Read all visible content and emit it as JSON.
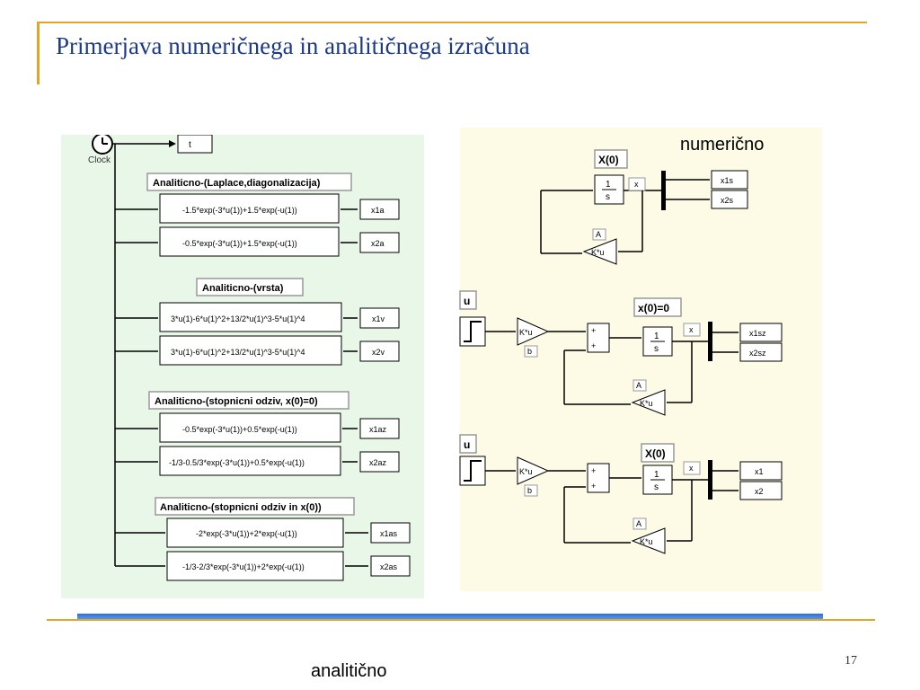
{
  "slide": {
    "title": "Primerjava numeričnega in analitičnega izračuna",
    "page_number": "17",
    "caption_numeric": "numerično",
    "caption_analytic": "analitično"
  },
  "colors": {
    "title": "#1b3a8c",
    "accent_rule": "#e0a52a",
    "left_panel_bg": "#e9f7e9",
    "right_panel_bg": "#fdfbe6",
    "blue_bar": "#2f6fd6"
  },
  "left_model": {
    "clock_label": "Clock",
    "time_out": "t",
    "groups": [
      {
        "title": "Analiticno-(Laplace,diagonalizacija)",
        "rows": [
          {
            "expr": "-1.5*exp(-3*u(1))+1.5*exp(-u(1))",
            "out": "x1a"
          },
          {
            "expr": "-0.5*exp(-3*u(1))+1.5*exp(-u(1))",
            "out": "x2a"
          }
        ]
      },
      {
        "title": "Analiticno-(vrsta)",
        "rows": [
          {
            "expr": "3*u(1)-6*u(1)^2+13/2*u(1)^3-5*u(1)^4",
            "out": "x1v"
          },
          {
            "expr": "3*u(1)-6*u(1)^2+13/2*u(1)^3-5*u(1)^4",
            "out": "x2v"
          }
        ]
      },
      {
        "title": "Analiticno-(stopnicni odziv, x(0)=0)",
        "rows": [
          {
            "expr": "-0.5*exp(-3*u(1))+0.5*exp(-u(1))",
            "out": "x1az"
          },
          {
            "expr": "-1/3-0.5/3*exp(-3*u(1))+0.5*exp(-u(1))",
            "out": "x2az"
          }
        ]
      },
      {
        "title": "Analiticno-(stopnicni odziv in x(0))",
        "rows": [
          {
            "expr": "-2*exp(-3*u(1))+2*exp(-u(1))",
            "out": "x1as"
          },
          {
            "expr": "-1/3-2/3*exp(-3*u(1))+2*exp(-u(1))",
            "out": "x2as"
          }
        ]
      }
    ]
  },
  "right_model": {
    "integrator_num": "1",
    "integrator_den": "s",
    "gain_label": "K*u",
    "matrix_A": "A",
    "matrix_b": "b",
    "signal_x": "x",
    "subsystems": [
      {
        "title": "X(0)",
        "outputs": [
          "x1s",
          "x2s"
        ]
      },
      {
        "title": "x(0)=0",
        "input": "u",
        "outputs": [
          "x1sz",
          "x2sz"
        ]
      },
      {
        "title": "X(0)",
        "input": "u",
        "outputs": [
          "x1",
          "x2"
        ]
      }
    ]
  }
}
